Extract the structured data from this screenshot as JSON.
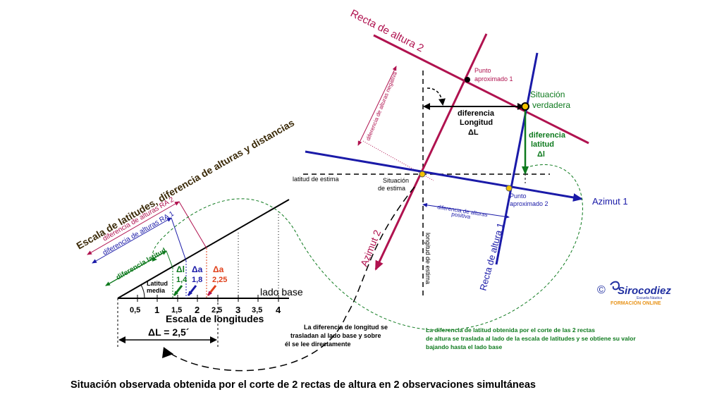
{
  "colors": {
    "maroon": "#b0124f",
    "blue": "#1a1aa8",
    "green": "#0e7a1e",
    "orange": "#e0401a",
    "black": "#000000",
    "gold": "#f2c200",
    "brand": "#1f2ea0",
    "formacion": "#e8941a"
  },
  "title": "Situación observada obtenida por el corte de 2 rectas de altura en 2 observaciones simultáneas",
  "left": {
    "scale_title": "Escala de latitudes, diferencia de alturas y distancias",
    "ra2_label": "diferencia de alturas RA 2",
    "ra1_label": "diferencia de alturas RA 1",
    "dif_lat_label": "diferencia latitud",
    "latitud_media": [
      "Latitud",
      "media"
    ],
    "lado_base": "lado base",
    "delta_l_small": "Δl",
    "delta_l_small_val": "1,4",
    "delta_a1": "Δa",
    "delta_a1_val": "1,8",
    "delta_a2": "Δa",
    "delta_a2_val": "2,25",
    "ticks": [
      "0,5",
      "1",
      "1,5",
      "2",
      "2,5",
      "3",
      "3,5",
      "4"
    ],
    "escala_longitudes": "Escala de longitudes",
    "delta_L": "ΔL = 2,5´",
    "note_longitud": [
      "La diferencia de longitud se",
      "trasladan al lado base y sobre",
      "él se lee directamente"
    ]
  },
  "right": {
    "recta2": "Recta de altura 2",
    "recta1": "Recta de altura 1",
    "azimut1": "Azimut 1",
    "azimut2": "Azimut 2",
    "punto1": [
      "Punto",
      "aproximado 1"
    ],
    "punto2": [
      "Punto",
      "aproximado 2"
    ],
    "situacion_verdadera": [
      "Situación",
      "verdadera"
    ],
    "diferencia_longitud": [
      "diferencia",
      "Longitud",
      "ΔL"
    ],
    "diferencia_latitud": [
      "diferencia",
      "latitud",
      "Δl"
    ],
    "latitud_estima": "latitud de estima",
    "situacion_estima": [
      "Situación",
      "de estima"
    ],
    "longitud_estima": "longitud de estima",
    "dif_alt_negativa": "diferencia de alturas negativa",
    "dif_alt_positiva": [
      "diferencia de alturas",
      "positiva"
    ],
    "note_latitud": [
      "La diferencia de latitud obtenida por el corte de las 2 rectas",
      "de altura se traslada al lado de la escala de latitudes y se obtiene su valor",
      "bajando hasta el lado base"
    ]
  },
  "logo": {
    "copyright": "©",
    "brand": "Sirocodiez",
    "sub": "Escuela Náutica",
    "formacion": "FORMACIÓN ONLINE"
  }
}
